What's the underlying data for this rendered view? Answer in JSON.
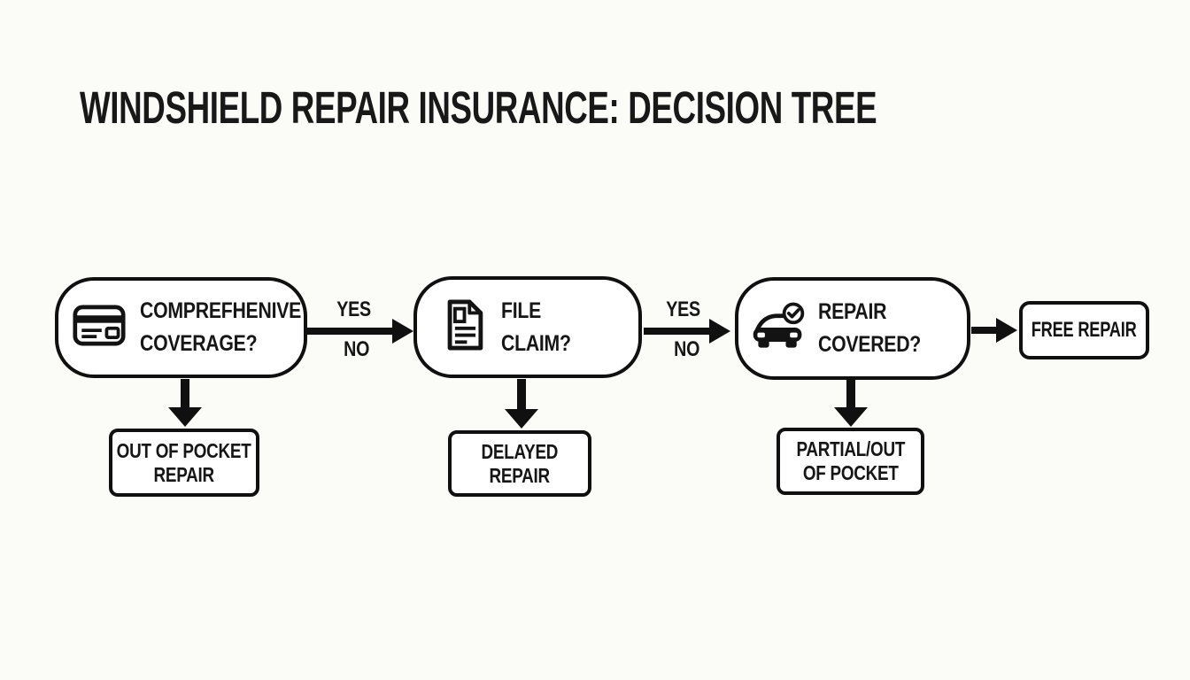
{
  "title": "WINDSHIELD REPAIR INSURANCE: DECISION TREE",
  "colors": {
    "ink": "#101010",
    "background": "#fbfbf8",
    "node_fill": "#ffffff"
  },
  "nodes": {
    "comprehensive": {
      "icon": "credit-card-icon",
      "line1": "COMPREFHENIVE",
      "line2": "COVERAGE?"
    },
    "file_claim": {
      "icon": "document-icon",
      "line1": "FILE",
      "line2": "CLAIM?"
    },
    "repair_covered": {
      "icon": "car-check-icon",
      "line1": "REPAIR",
      "line2": "COVERED?"
    },
    "free_repair": {
      "label": "FREE REPAIR"
    },
    "out_of_pocket": {
      "line1": "OUT OF POCKET",
      "line2": "REPAIR"
    },
    "delayed": {
      "line1": "DELAYED",
      "line2": "REPAIR"
    },
    "partial": {
      "line1": "PARTIAL/OUT",
      "line2": "OF POCKET"
    }
  },
  "edges": {
    "comprehensive_to_claim": {
      "yes_label": "YES",
      "no_label": "NO"
    },
    "claim_to_covered": {
      "yes_label": "YES",
      "no_label": "NO"
    }
  }
}
